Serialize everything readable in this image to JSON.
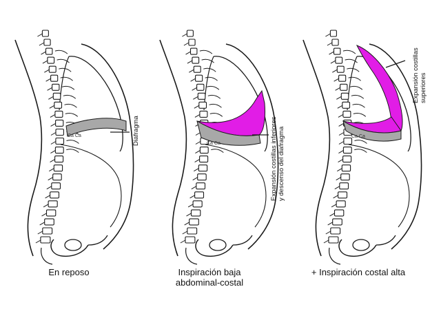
{
  "panels": [
    {
      "caption_lines": [
        "En reposo"
      ],
      "label_lines": [
        "Diafragma"
      ],
      "small_marks": "Ca  Ca"
    },
    {
      "caption_lines": [
        "Inspiración baja",
        "abdominal-costal"
      ],
      "label_lines": [
        "Expansión costillas inferiores",
        "y descenso del diafragma"
      ],
      "small_marks": "Ca  Ca"
    },
    {
      "caption_lines": [
        "+ Inspiración costal alta"
      ],
      "label_lines": [
        "Expansión costillas",
        "superiores"
      ],
      "small_marks": "Ca  Ca"
    }
  ],
  "colors": {
    "outline": "#1a1a1a",
    "diaphragm_gray": "#a8a8a8",
    "expansion_magenta": "#e11de6"
  }
}
